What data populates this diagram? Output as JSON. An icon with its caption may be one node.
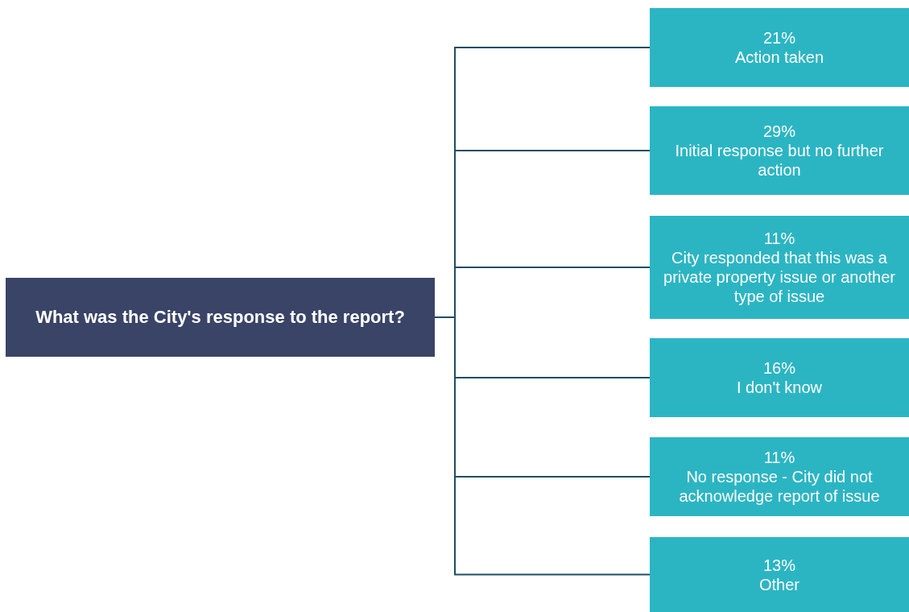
{
  "diagram": {
    "nodes": [
      {
        "text": [
          "What was the City's response to the report?"
        ]
      },
      {
        "text": [
          "21%",
          "Action taken"
        ]
      },
      {
        "text": [
          "29%",
          "Initial response but no further action"
        ]
      },
      {
        "text": [
          "11%",
          "City responded that this was a private property issue or another type of issue"
        ]
      },
      {
        "text": [
          "16%",
          "I don't know"
        ]
      },
      {
        "text": [
          "11%",
          "No response - City did not acknowledge report of issue"
        ]
      },
      {
        "text": [
          "13%",
          "Other"
        ]
      }
    ],
    "edges": [
      {
        "from": 0,
        "to": 1,
        "arrow": "none"
      },
      {
        "from": 0,
        "to": 2,
        "arrow": "none"
      },
      {
        "from": 0,
        "to": 3,
        "arrow": "none"
      },
      {
        "from": 0,
        "to": 4,
        "arrow": "none"
      },
      {
        "from": 0,
        "to": 5,
        "arrow": "none"
      },
      {
        "from": 0,
        "to": 6,
        "arrow": "none"
      }
    ]
  }
}
